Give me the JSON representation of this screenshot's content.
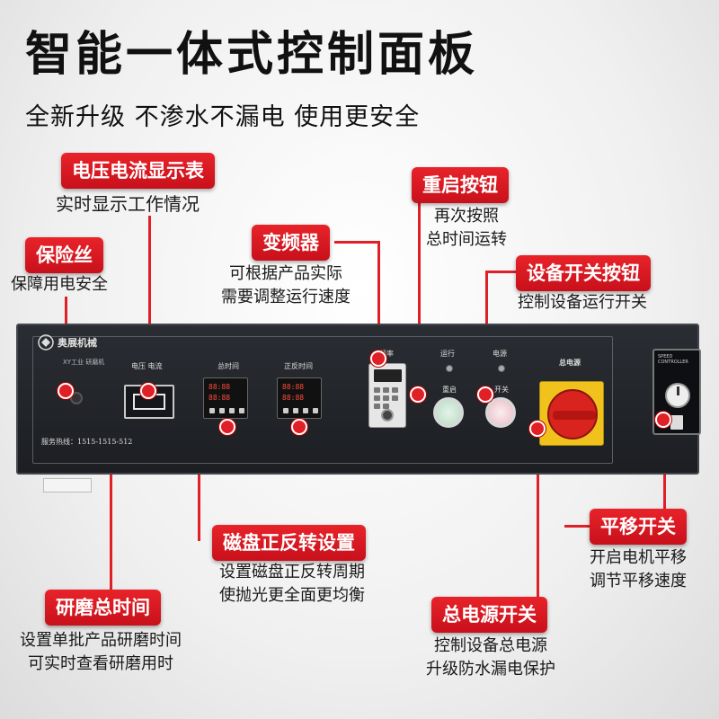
{
  "header": {
    "title": "智能一体式控制面板",
    "subtitle": "全新升级  不渗水不漏电  使用更安全"
  },
  "callouts": {
    "meter": {
      "label": "电压电流显示表",
      "desc": [
        "实时显示工作情况"
      ]
    },
    "fuse": {
      "label": "保险丝",
      "desc": [
        "保障用电安全"
      ]
    },
    "inverter": {
      "label": "变频器",
      "desc": [
        "可根据产品实际",
        "需要调整运行速度"
      ]
    },
    "restart": {
      "label": "重启按钮",
      "desc": [
        "再次按照",
        "总时间运转"
      ]
    },
    "device_switch": {
      "label": "设备开关按钮",
      "desc": [
        "控制设备运行开关"
      ]
    },
    "translate": {
      "label": "平移开关",
      "desc": [
        "开启电机平移",
        "调节平移速度"
      ]
    },
    "disc": {
      "label": "磁盘正反转设置",
      "desc": [
        "设置磁盘正反转周期",
        "使抛光更全面更均衡"
      ]
    },
    "grind": {
      "label": "研磨总时间",
      "desc": [
        "设置单批产品研磨时间",
        "可实时查看研磨用时"
      ]
    },
    "main_power": {
      "label": "总电源开关",
      "desc": [
        "控制设备总电源",
        "升级防水漏电保护"
      ]
    }
  },
  "panel": {
    "brand": "奥展机械",
    "brand_sub": "XY工业 研磨机",
    "service": "服务热线：1515-1515-512",
    "lbl_meter": "电压  电流",
    "lbl_total_time": "总时间",
    "lbl_fwd_rev": "正反时间",
    "lbl_freq": "频率",
    "lbl_run": "运行",
    "lbl_power": "电源",
    "lbl_restart": "重启",
    "lbl_switch": "开关",
    "lbl_main_power": "总电源",
    "lbl_speed": "SPEED CONTROLLER",
    "timer_digits": "88:88"
  },
  "colors": {
    "accent": "#e01f26",
    "panel": "#1f2226",
    "switch_yellow": "#f1c21b",
    "button_green": "#cfe8d8",
    "button_pink": "#f0d6da"
  }
}
